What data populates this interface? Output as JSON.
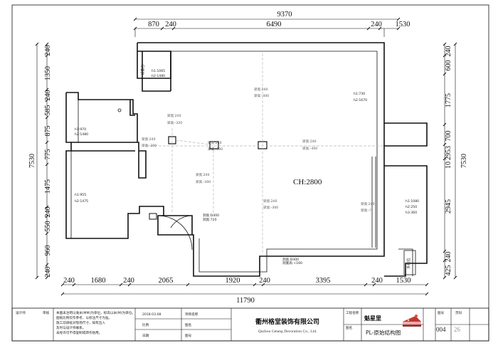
{
  "top_dims": {
    "overall": "9370",
    "segments": [
      "870",
      "240",
      "6490",
      "240",
      "1530"
    ]
  },
  "bottom_dims": {
    "overall": "11790",
    "segments": [
      "240",
      "1680",
      "240",
      "2065",
      "1920",
      "240",
      "3395",
      "240",
      "1530"
    ]
  },
  "left_dims": {
    "overall": "7530",
    "segments": [
      "240",
      "1350",
      "240",
      "585",
      "875",
      "775",
      "1475",
      "240",
      "550",
      "960",
      "240"
    ]
  },
  "right_dims": {
    "overall": "7530",
    "segments": [
      "240",
      "600",
      "1775",
      "700",
      "2953",
      "10",
      "2945",
      "240",
      "425"
    ]
  },
  "room_labels": {
    "ch": "CH:2800",
    "equipment_platform": "设备台",
    "ac_position": "外机位",
    "h1_1065": "h1:1065",
    "h2_1480": "h2:1480",
    "h1_970": "h1:970",
    "h2_1480b": "h2:1480",
    "h1_955": "h1:955",
    "h2_1475": "h2:1475",
    "h1_730": "h1:730",
    "h2_1670": "h2:1670",
    "h1_1080": "h1:1080",
    "h2_250": "h2:250",
    "h3_360": "h3:360"
  },
  "beams": {
    "b1": [
      "梁宽:240",
      "梁高:-320"
    ],
    "b2": [
      "梁宽:240",
      "梁高:-300"
    ],
    "b3": [
      "梁宽:240",
      "梁高:-400"
    ],
    "b4": [
      "梁宽:240",
      "梁高:-300"
    ],
    "b5": [
      "梁宽:240",
      "梁高:-300"
    ],
    "b6": [
      "梁宽:240",
      "梁高:-300"
    ],
    "b7": [
      "梁宽:240",
      "梁高:-300"
    ],
    "b8": [
      "梁宽:240",
      "梁高:-?"
    ]
  },
  "small_notes": {
    "n1": [
      "洞高:D400",
      "洞宽:720"
    ],
    "n2": [
      "洞高:D400",
      "洞底高:+160"
    ]
  },
  "title_block": {
    "notes": [
      "本图未注明以毫米(MM)为单位，标高以米(M)为单位。",
      "图纸比例仅作参考，以标注尺寸为准。",
      "施工前请核对现场尺寸，如有出入",
      "及时与设计师联系。",
      "未经许可不得复制或转作他用。"
    ],
    "small_fields": [
      "设计师",
      "审核",
      "2018.03.08",
      "项目名称",
      "图名",
      "比例",
      "日期",
      "图号"
    ],
    "company_cn": "衢州格堂装饰有限公司",
    "company_en": "Quzhou Getang Decoration Co., Ltd.",
    "brand": "魁星里",
    "drawing_title": "PL-原始结构图",
    "sheet_no": "004",
    "sheet_total": "26",
    "field_labels": [
      "工程名称",
      "图名",
      "图号",
      "页码"
    ]
  }
}
